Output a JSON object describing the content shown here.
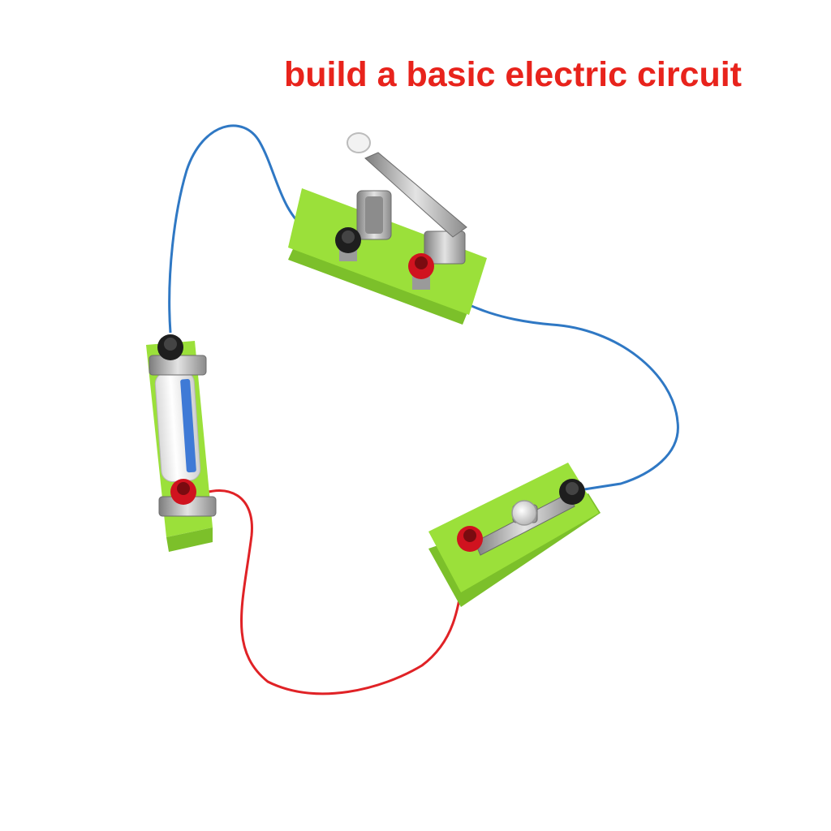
{
  "caption": {
    "text": "build a basic electric circuit"
  },
  "colors": {
    "caption": "#e8231c",
    "board": "#9be03a",
    "board_shade": "#7cc02a",
    "wire_blue": "#2f78c4",
    "wire_red": "#e02226",
    "terminal_black": "#1e1e1e",
    "terminal_red": "#d0131f",
    "metal": "#a8a8a8"
  },
  "components": {
    "switch": {
      "state": "open"
    },
    "lamp": {
      "state": "off"
    },
    "battery": {
      "count": 1
    }
  }
}
